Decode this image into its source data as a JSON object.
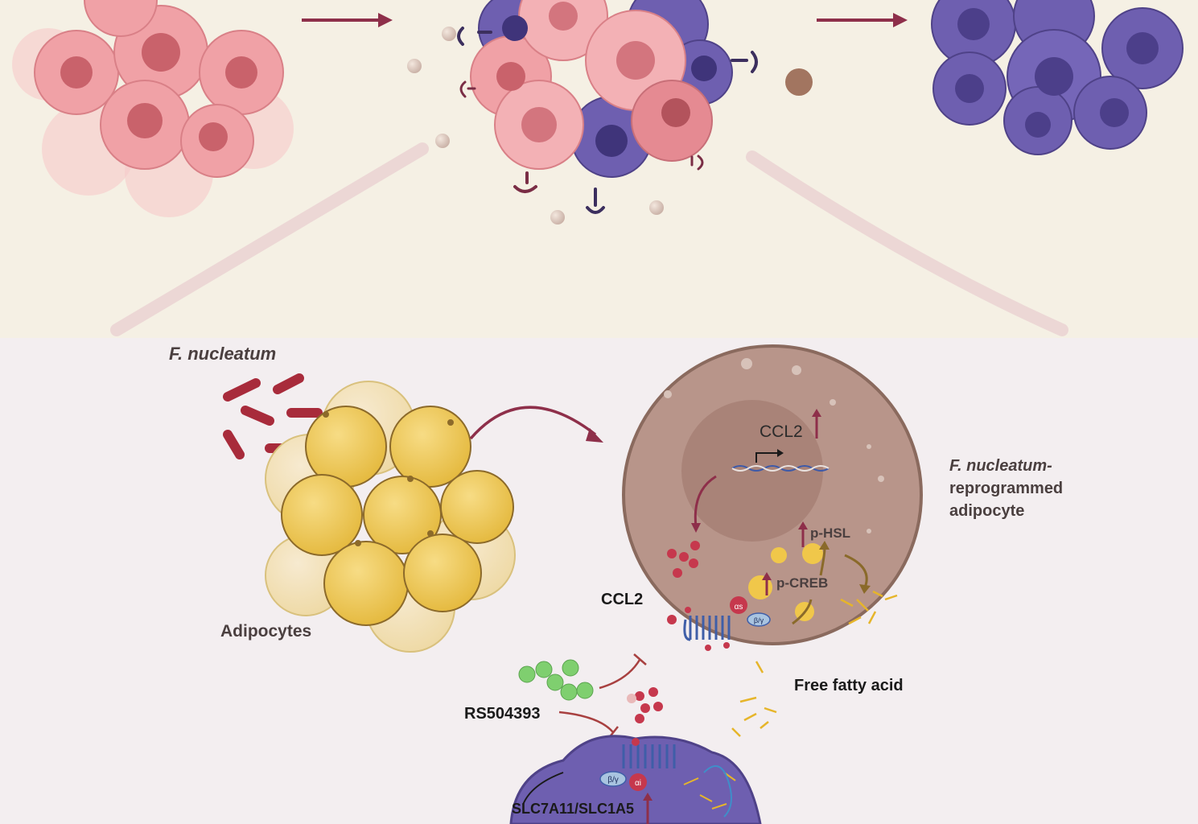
{
  "labels": {
    "fn_title": "F. nucleatum",
    "adipocytes": "Adipocytes",
    "ccl2_nucleus": "CCL2",
    "fn_reprogrammed_1": "F. nucleatum-",
    "fn_reprogrammed_2": "reprogrammed",
    "fn_reprogrammed_3": "adipocyte",
    "p_hsl": "p-HSL",
    "p_creb": "p-CREB",
    "ccl2_secreted": "CCL2",
    "free_fatty_acid": "Free fatty acid",
    "rs504393": "RS504393",
    "slc": "SLC7A11/SLC1A5",
    "alpha_s": "αs",
    "beta_gamma": "β/γ",
    "alpha_i": "αi",
    "beta_gamma_2": "β/γ"
  },
  "colors": {
    "top_bg": "#f5f0e4",
    "bottom_bg": "#f3eef0",
    "tumor_pink": "#f0a1a6",
    "tumor_purple": "#6e5fb0",
    "adipocyte_yellow": "#f0cb5c",
    "adipocyte_pale": "#f2dfa4",
    "reprogrammed_brown": "#b8958a",
    "arrow_maroon": "#8e2f4a",
    "ccl2_red": "#c6384d",
    "rs_green": "#7fcf6f"
  }
}
